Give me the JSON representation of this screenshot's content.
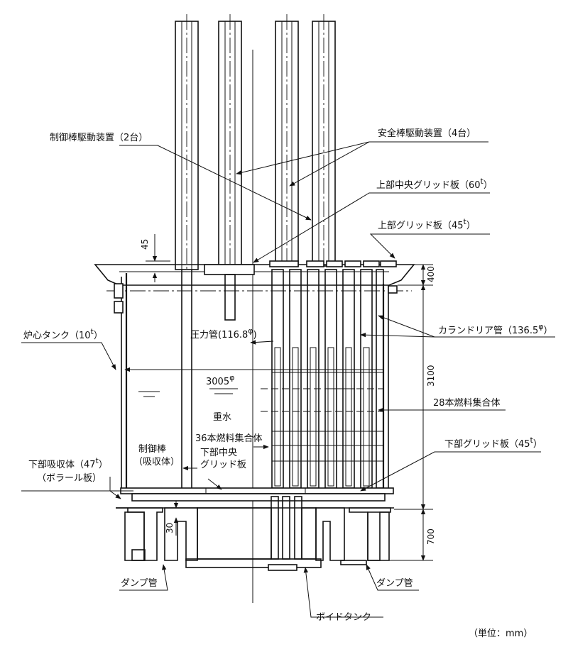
{
  "labels": {
    "control_rod_drive": "制御棒駆動装置（2台）",
    "safety_rod_drive": "安全棒駆動装置（4台）",
    "upper_center_grid": "上部中央グリッド板（60",
    "upper_center_grid_sup": "t",
    "upper_center_grid_end": "）",
    "upper_grid": "上部グリッド板（45",
    "upper_grid_sup": "t",
    "upper_grid_end": "）",
    "core_tank": "炉心タンク（10",
    "core_tank_sup": "t",
    "core_tank_end": "）",
    "pressure_tube": "圧力管(116.8",
    "pressure_tube_sup": "φ",
    "pressure_tube_end": ")",
    "calandria_tube": "カランドリア管（136.5",
    "calandria_tube_sup": "φ",
    "calandria_tube_end": "）",
    "diameter": "3005",
    "diameter_sup": "φ",
    "heavy_water": "重水",
    "fuel_28": "28本燃料集合体",
    "fuel_36": "36本燃料集合体",
    "control_rod_1": "制御棒",
    "control_rod_2": "（吸収体）",
    "lower_center_grid_1": "下部中央",
    "lower_center_grid_2": "グリッド板",
    "lower_grid": "下部グリッド板（45",
    "lower_grid_sup": "t",
    "lower_grid_end": "）",
    "lower_absorber_1": "下部吸収体（47",
    "lower_absorber_sup": "t",
    "lower_absorber_end": "）",
    "lower_absorber_2": "（ボラール板）",
    "dump_pipe_left": "ダンプ管",
    "dump_pipe_right": "ダンプ管",
    "void_tank": "ボイドタンク",
    "unit": "（単位：mm）"
  },
  "dimensions": {
    "d45": "45",
    "d400": "400",
    "d3100": "3100",
    "d700": "700",
    "d30": "30"
  },
  "colors": {
    "line": "#111111",
    "background": "#ffffff"
  }
}
